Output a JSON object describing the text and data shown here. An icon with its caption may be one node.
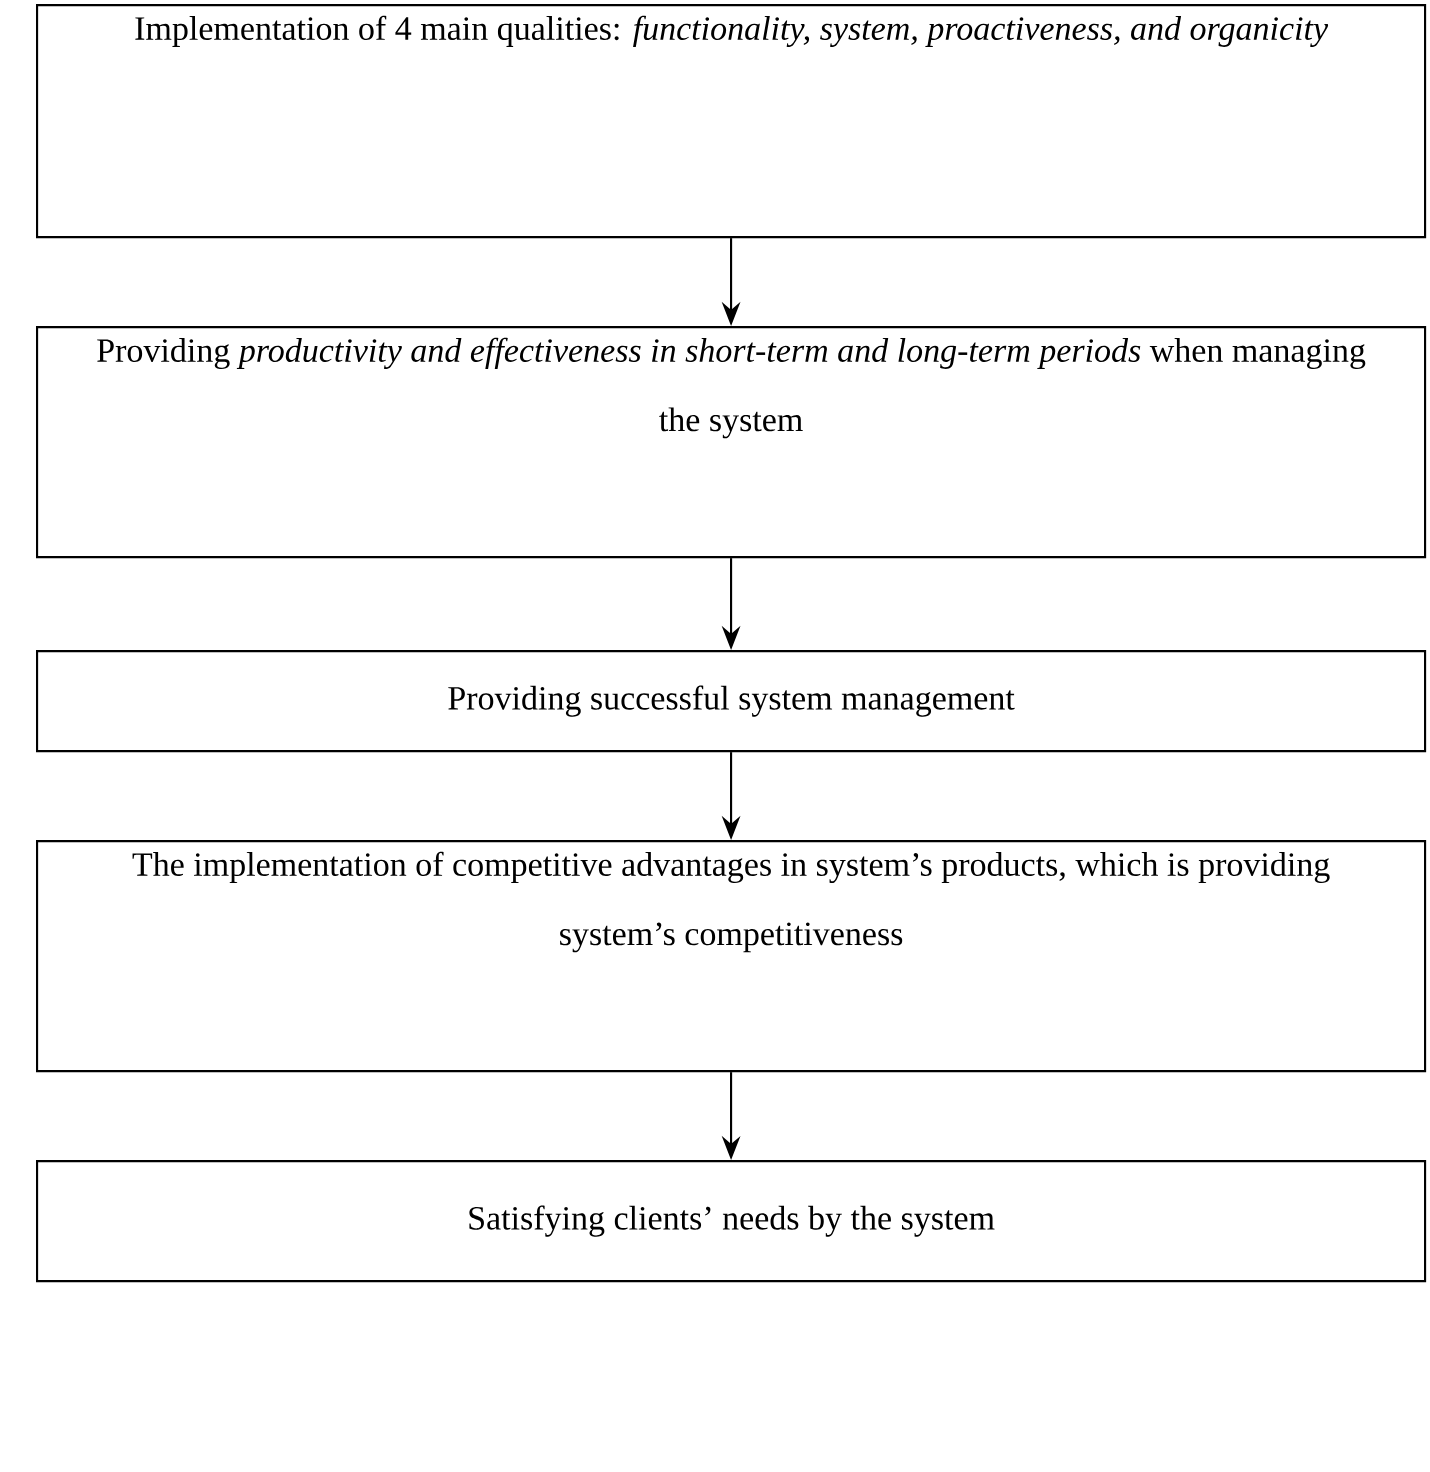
{
  "diagram": {
    "nodes": [
      {
        "text": [
          "Implementation of 4 main qualities: *functionality, system, proactiveness, and organicity*"
        ]
      },
      {
        "text": [
          "Providing *productivity and effectiveness in short-term and long-term periods* when managing the system"
        ]
      },
      {
        "text": [
          "Providing successful system management"
        ]
      },
      {
        "text": [
          "The implementation of competitive advantages in system’s products, which is providing system’s competitiveness"
        ]
      },
      {
        "text": [
          "Satisfying clients’ needs by the system"
        ]
      }
    ],
    "edges": [
      {
        "from": 0,
        "to": 1,
        "arrow": "to"
      },
      {
        "from": 1,
        "to": 2,
        "arrow": "to"
      },
      {
        "from": 2,
        "to": 3,
        "arrow": "to"
      },
      {
        "from": 3,
        "to": 4,
        "arrow": "to"
      }
    ]
  }
}
